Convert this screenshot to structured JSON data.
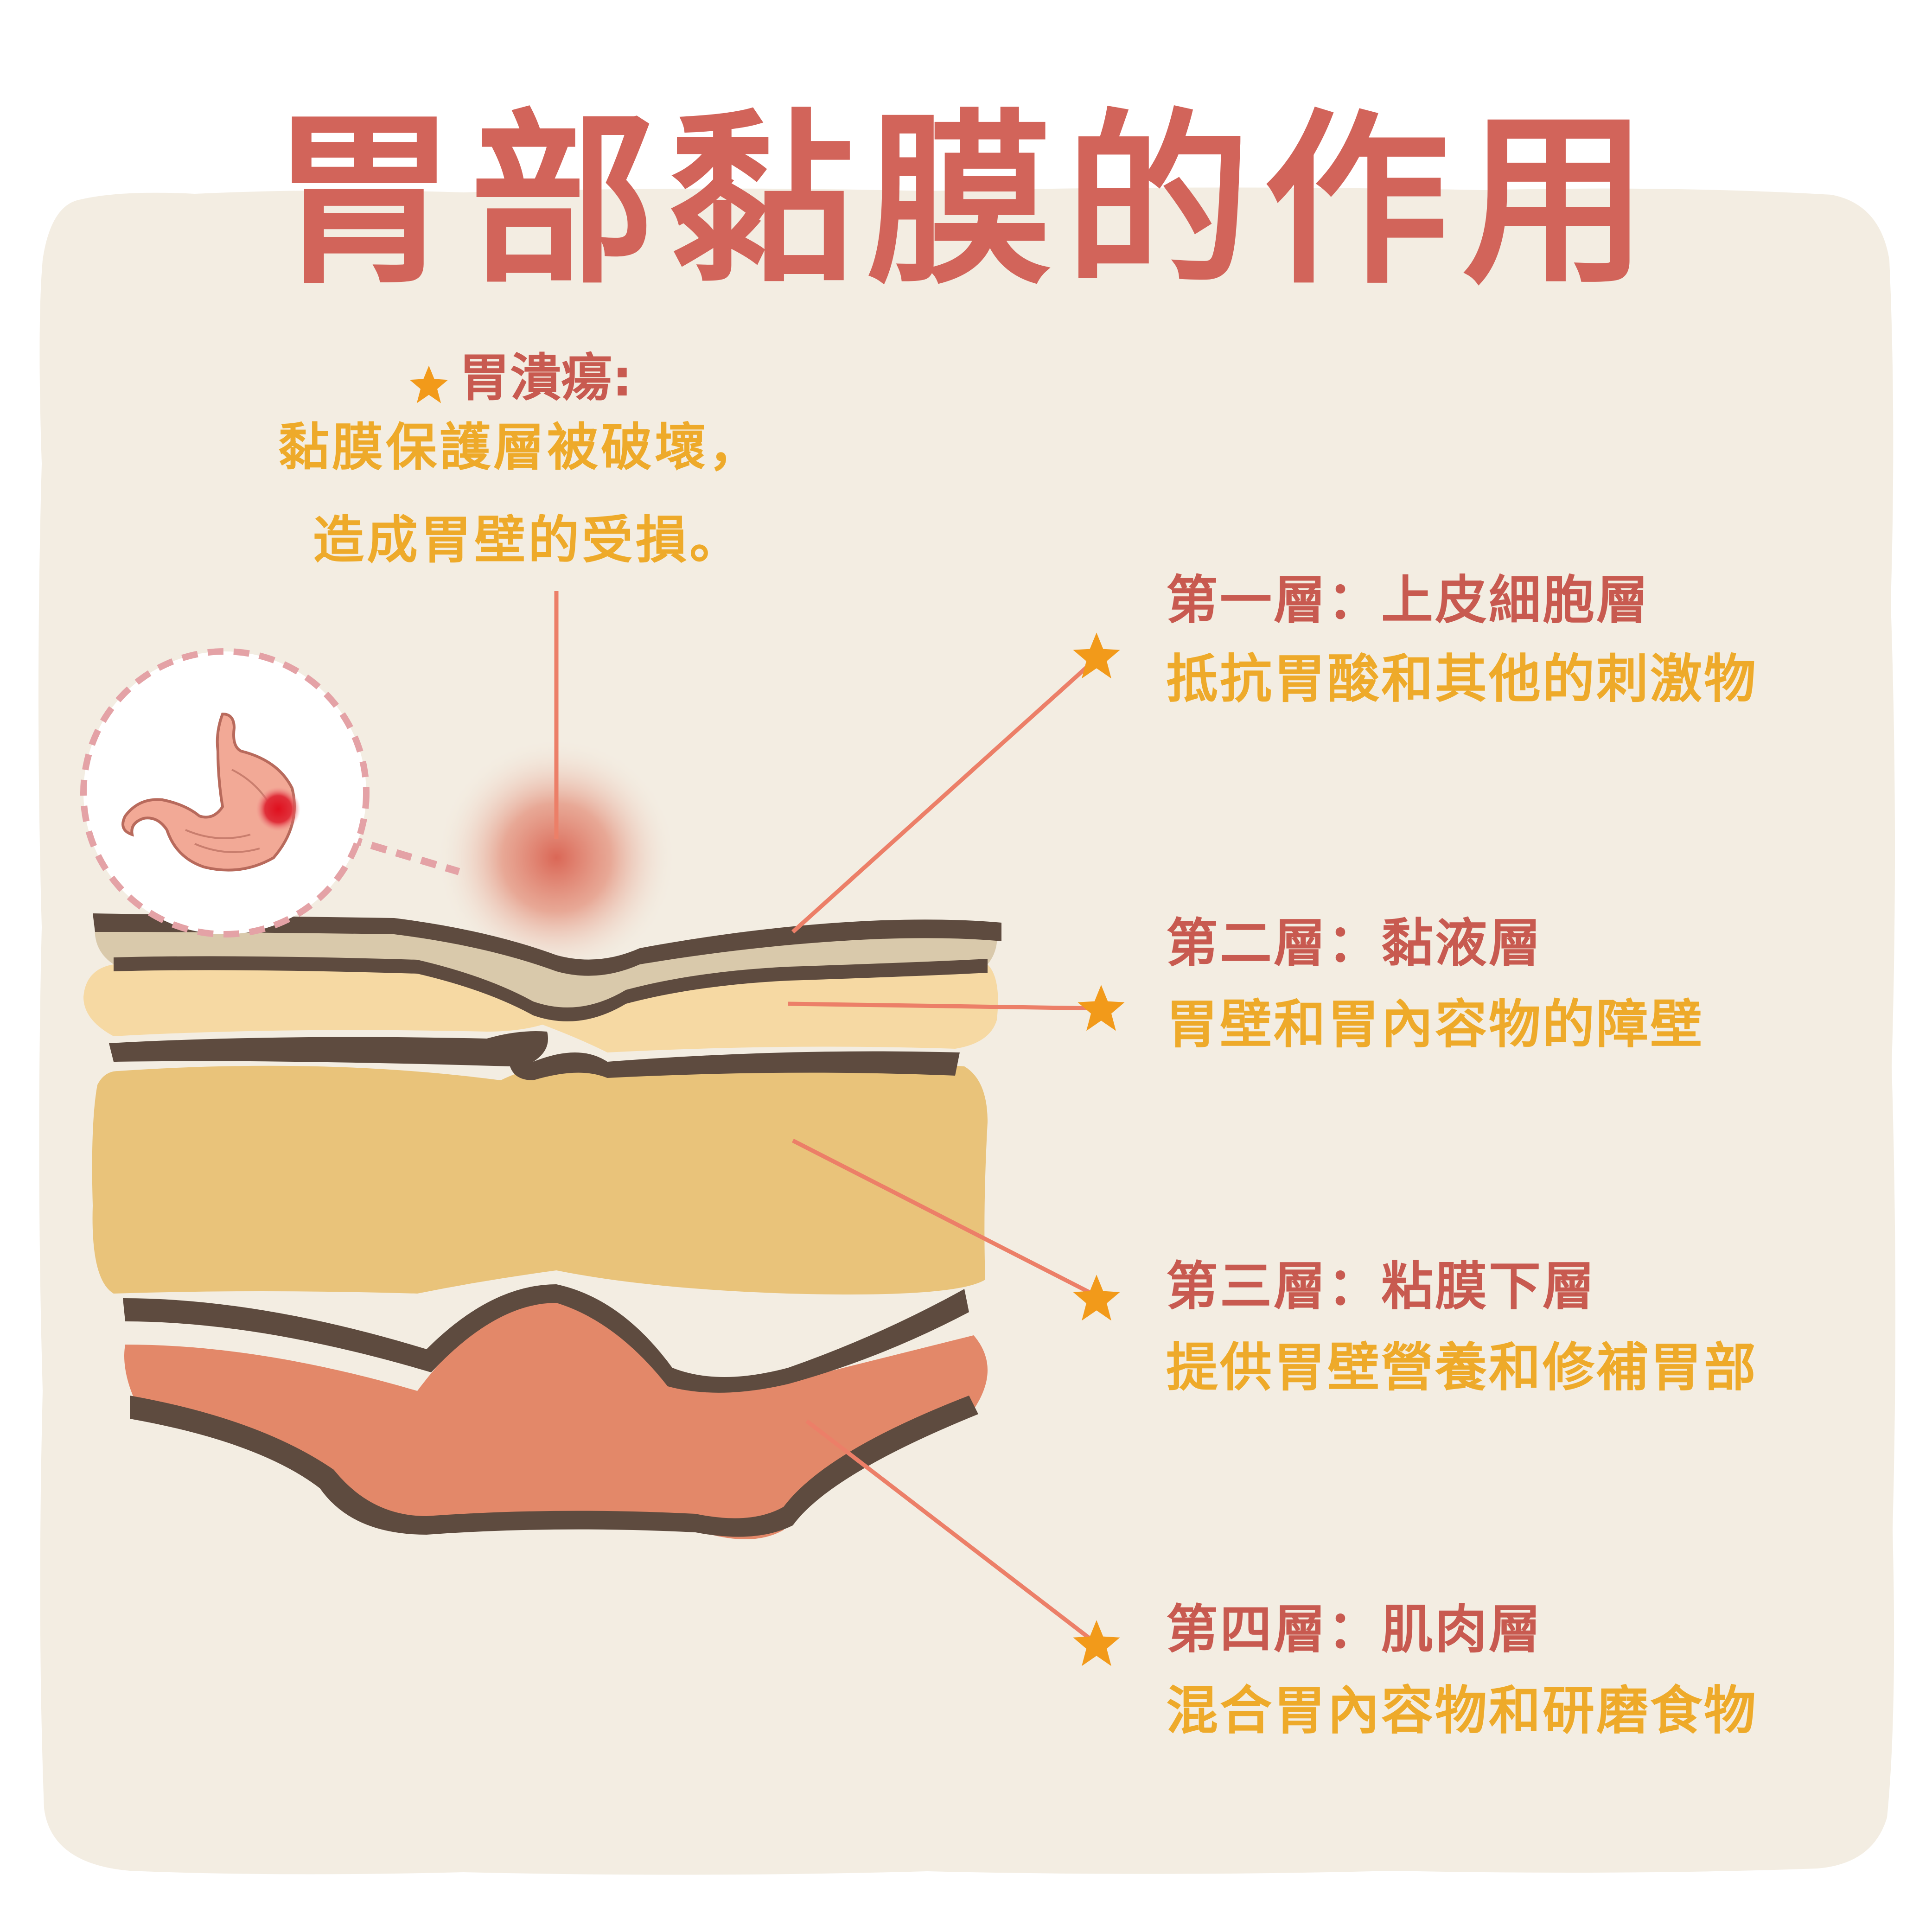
{
  "title": "胃部黏膜的作用",
  "ulcer": {
    "heading": "胃潰瘍:",
    "line1": "黏膜保護層被破壞，",
    "line2": "造成胃壁的受損。"
  },
  "layers": [
    {
      "title": "第一層：上皮細胞層",
      "desc": "抵抗胃酸和其他的刺激物"
    },
    {
      "title": "第二層：黏液層",
      "desc": "胃壁和胃內容物的障壁"
    },
    {
      "title": "第三層：粘膜下層",
      "desc": "提供胃壁營養和修補胃部"
    },
    {
      "title": "第四層：肌肉層",
      "desc": "混合胃內容物和研磨食物"
    }
  ],
  "colors": {
    "background_panel": "#f3ede2",
    "title": "#d2645a",
    "label_title": "#c85a50",
    "label_desc": "#eeaa2a",
    "star": "#f29a1a",
    "leader_line": "#ec7f68",
    "layer_epithelium": "#d9c9ab",
    "layer_mucus": "#f6d9a3",
    "layer_submucosa": "#e9c37a",
    "layer_muscle": "#e38869",
    "layer_outline": "#5e4b3f",
    "ulcer_spot": "#d9604f"
  },
  "icons": [
    "star-icon",
    "stomach-icon"
  ]
}
